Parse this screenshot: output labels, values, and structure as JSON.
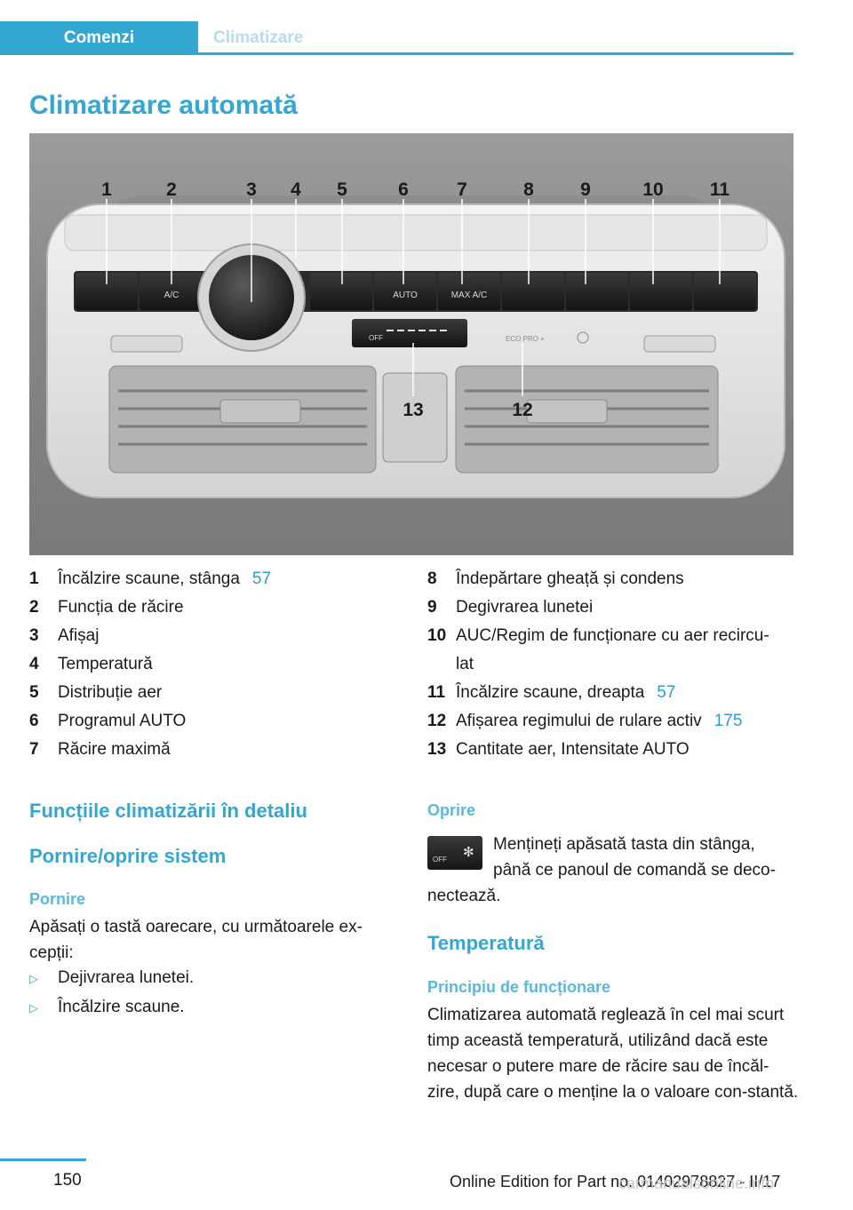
{
  "header": {
    "tab_active": "Comenzi",
    "tab_inactive": "Climatizare"
  },
  "title": "Climatizare automată",
  "figure": {
    "callouts": [
      "1",
      "2",
      "3",
      "4",
      "5",
      "6",
      "7",
      "8",
      "9",
      "10",
      "11",
      "12",
      "13"
    ],
    "button_labels": {
      "ac": "A/C",
      "auto": "AUTO",
      "maxac": "MAX A/C",
      "off": "OFF",
      "ecopro": "ECO PRO +"
    }
  },
  "legend_left": [
    {
      "num": "1",
      "label": "Încălzire scaune, stânga",
      "ref": "57"
    },
    {
      "num": "2",
      "label": "Funcția de răcire",
      "ref": ""
    },
    {
      "num": "3",
      "label": "Afișaj",
      "ref": ""
    },
    {
      "num": "4",
      "label": "Temperatură",
      "ref": ""
    },
    {
      "num": "5",
      "label": "Distribuție aer",
      "ref": ""
    },
    {
      "num": "6",
      "label": "Programul AUTO",
      "ref": ""
    },
    {
      "num": "7",
      "label": "Răcire maximă",
      "ref": ""
    }
  ],
  "legend_right": [
    {
      "num": "8",
      "label": "Îndepărtare gheață și condens",
      "ref": ""
    },
    {
      "num": "9",
      "label": "Degivrarea lunetei",
      "ref": ""
    },
    {
      "num": "10",
      "label": "AUC/Regim de funcționare cu aer recircu-lat",
      "ref": ""
    },
    {
      "num": "11",
      "label": "Încălzire scaune, dreapta",
      "ref": "57"
    },
    {
      "num": "12",
      "label": "Afișarea regimului de rulare activ",
      "ref": "175"
    },
    {
      "num": "13",
      "label": "Cantitate aer, Intensitate AUTO",
      "ref": ""
    }
  ],
  "section": {
    "heading": "Funcțiile climatizării în detaliu",
    "sub": "Pornire/oprire sistem",
    "pornire_heading": "Pornire",
    "pornire_text": "Apăsați o tastă oarecare, cu următoarele ex-cepții:",
    "bullets": [
      "Dejivrarea lunetei.",
      "Încălzire scaune."
    ],
    "oprire_heading": "Oprire",
    "oprire_text_1": "Mențineți apăsată tasta din stânga,",
    "oprire_text_2": "până ce panoul de comandă se deco-",
    "oprire_text_3": "nectează.",
    "temp_heading": "Temperatură",
    "principiu_heading": "Principiu de funcționare",
    "principiu_text": "Climatizarea automată reglează în cel mai scurt timp această temperatură, utilizând dacă este necesar o putere mare de răcire sau de încăl-zire, după care o menține la o valoare con-stantă."
  },
  "footer": {
    "page": "150",
    "edition": "Online Edition for Part no. 01402978827 - II/17",
    "watermark": "carmanualsonline.info"
  }
}
